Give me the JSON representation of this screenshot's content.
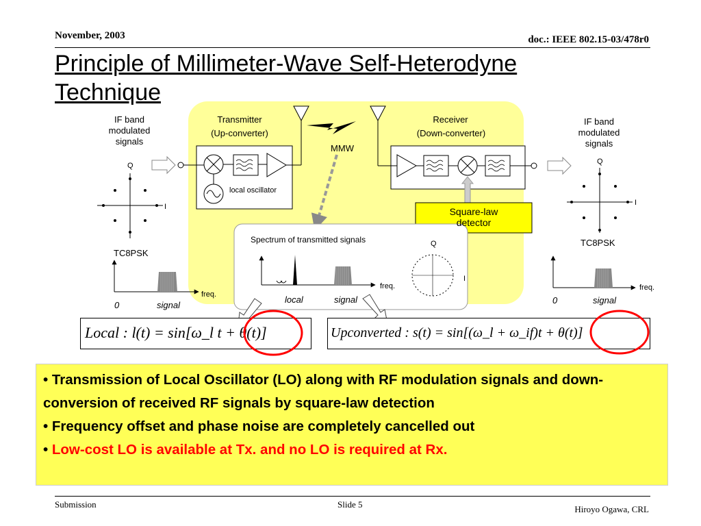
{
  "header": {
    "date": "November, 2003",
    "doc": "doc.: IEEE 802.15-03/478r0"
  },
  "title": "Principle of Millimeter-Wave Self-Heterodyne Technique",
  "diagram": {
    "tx_title": "Transmitter",
    "tx_subtitle": "(Up-converter)",
    "rx_title": "Receiver",
    "rx_subtitle": "(Down-converter)",
    "mmw": "MMW",
    "local_osc": "local oscillator",
    "square_law": "Square-law detector",
    "if_left": "IF band modulated signals",
    "if_right": "IF band modulated signals",
    "q": "Q",
    "i": "I",
    "tc8psk": "TC8PSK",
    "freq": "freq.",
    "zero": "0",
    "signal": "signal",
    "local": "local",
    "spectrum_title": "Spectrum of transmitted signals"
  },
  "equations": {
    "local": "Local : l(t) = sin[ω_l t + θ(t)]",
    "upconverted": "Upconverted : s(t) = sin[(ω_l + ω_if)t + θ(t)]"
  },
  "bullets": [
    {
      "text": "Transmission of Local Oscillator (LO) along with RF modulation signals and down-conversion of received RF signals by square-law detection",
      "color": "#000000"
    },
    {
      "text": "Frequency offset and phase noise are completely cancelled out",
      "color": "#000000"
    },
    {
      "text": "Low-cost LO is available at Tx. and no LO is required at Rx.",
      "color": "#ff0000"
    }
  ],
  "footer": {
    "left": "Submission",
    "center": "Slide 5",
    "right": "Hiroyo Ogawa, CRL"
  },
  "colors": {
    "panel": "#ffff99",
    "bullet_bg": "#ffff57",
    "highlight_red": "#ff0000",
    "detector_bg": "#ffff00"
  }
}
